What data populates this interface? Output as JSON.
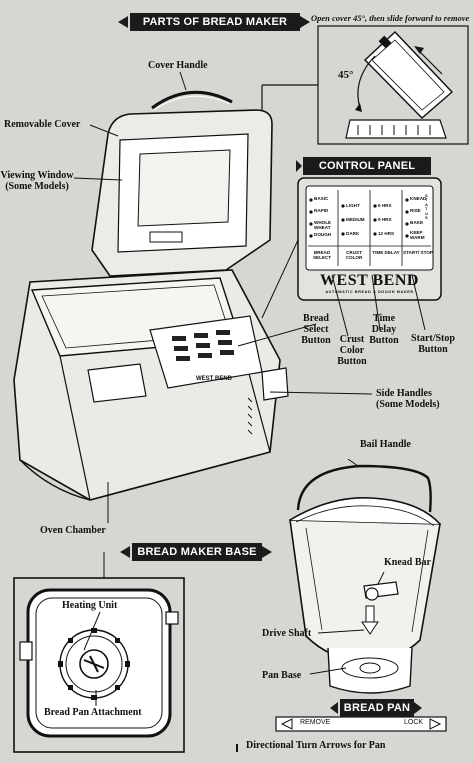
{
  "banners": {
    "parts": "PARTS OF BREAD MAKER",
    "control_panel": "CONTROL PANEL",
    "base": "BREAD MAKER BASE",
    "pan": "BREAD PAN"
  },
  "open_cover_note": "Open cover 45°, then slide forward to remove",
  "angle_label": "45°",
  "labels": {
    "cover_handle": "Cover Handle",
    "removable_cover": "Removable Cover",
    "viewing_window_1": "Viewing Window",
    "viewing_window_2": "(Some Models)",
    "bread_select_1": "Bread",
    "bread_select_2": "Select",
    "bread_select_3": "Button",
    "crust_color_1": "Crust",
    "crust_color_2": "Color",
    "crust_color_3": "Button",
    "time_delay_1": "Time",
    "time_delay_2": "Delay",
    "time_delay_3": "Button",
    "start_stop_1": "Start/Stop",
    "start_stop_2": "Button",
    "side_handles_1": "Side Handles",
    "side_handles_2": "(Some Models)",
    "bail_handle": "Bail Handle",
    "knead_bar": "Knead Bar",
    "oven_chamber": "Oven Chamber",
    "heating_unit": "Heating Unit",
    "bread_pan_attachment": "Bread Pan Attachment",
    "drive_shaft": "Drive Shaft",
    "pan_base": "Pan Base",
    "directional_arrows": "Directional Turn Arrows for Pan"
  },
  "pan_base_strip": {
    "remove": "REMOVE",
    "lock": "LOCK"
  },
  "control_panel": {
    "brand": "WEST BEND",
    "brand_sub": "AUTOMATIC BREAD & DOUGH MAKER",
    "column1_options": [
      "BASIC",
      "RAPID",
      "WHOLE WHEAT",
      "DOUGH"
    ],
    "column2_options": [
      "LIGHT",
      "MEDIUM",
      "DARK"
    ],
    "column3_options": [
      "6 HRS",
      "9 HRS",
      "12 HRS"
    ],
    "column4_options": [
      "KNEAD",
      "RISE",
      "BAKE",
      "KEEP WARM"
    ],
    "status_label": "STATUS",
    "buttons": [
      "BREAD SELECT",
      "CRUST COLOR",
      "TIME DELAY",
      "START/ STOP"
    ]
  }
}
